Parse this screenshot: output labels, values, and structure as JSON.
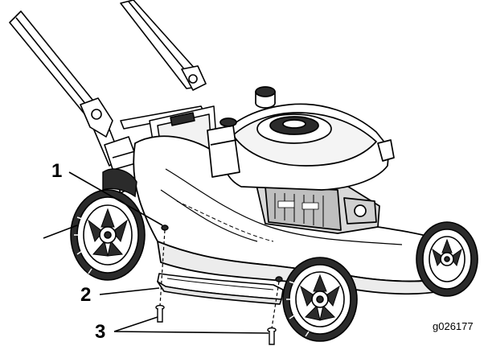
{
  "callouts": [
    {
      "label": "1"
    },
    {
      "label": "2"
    },
    {
      "label": "3"
    }
  ],
  "figure_id": "g026177",
  "colors": {
    "line": "#000000",
    "fill": "#ffffff",
    "tire": "#2b2b2b",
    "shade": "#cfcfcf"
  }
}
